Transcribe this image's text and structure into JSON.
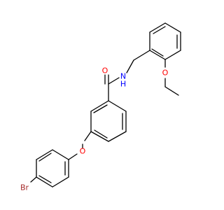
{
  "molecule": {
    "atoms": {
      "oxygen_carbonyl": "O",
      "nitrogen_amide": "N",
      "hydrogen_amide": "H",
      "oxygen_ether_right": "O",
      "oxygen_ether_left": "O",
      "bromine": "Br"
    },
    "colors": {
      "bond": "#000000",
      "O": "#ff0000",
      "N": "#0000ff",
      "Br": "#a52a2a"
    }
  }
}
